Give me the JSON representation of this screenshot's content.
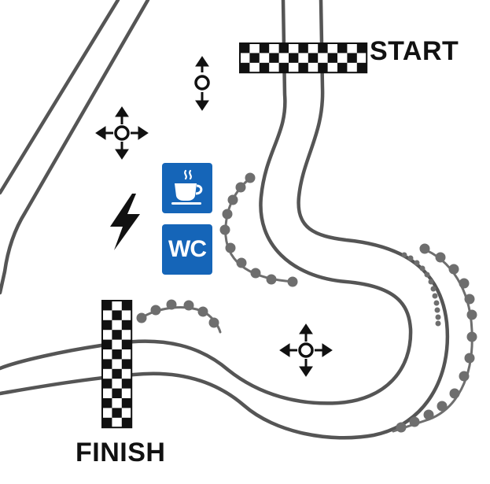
{
  "map": {
    "labels": {
      "start": "START",
      "finish": "FINISH"
    },
    "amenities": [
      {
        "name": "cafe",
        "icon": "coffee-cup-icon",
        "color": "#1565b8"
      },
      {
        "name": "restroom",
        "label": "WC",
        "icon": "wc-icon",
        "color": "#1565b8"
      }
    ],
    "symbols": [
      {
        "name": "lightning-bolt-icon",
        "meaning": "electricity"
      },
      {
        "name": "vertical-move-arrows-icon"
      },
      {
        "name": "four-way-move-arrows-icon"
      }
    ],
    "colors": {
      "track_outline": "#555555",
      "barrier_dots": "#6e6e6e",
      "background": "#ffffff",
      "checker_dark": "#111111",
      "checker_light": "#ffffff"
    }
  }
}
